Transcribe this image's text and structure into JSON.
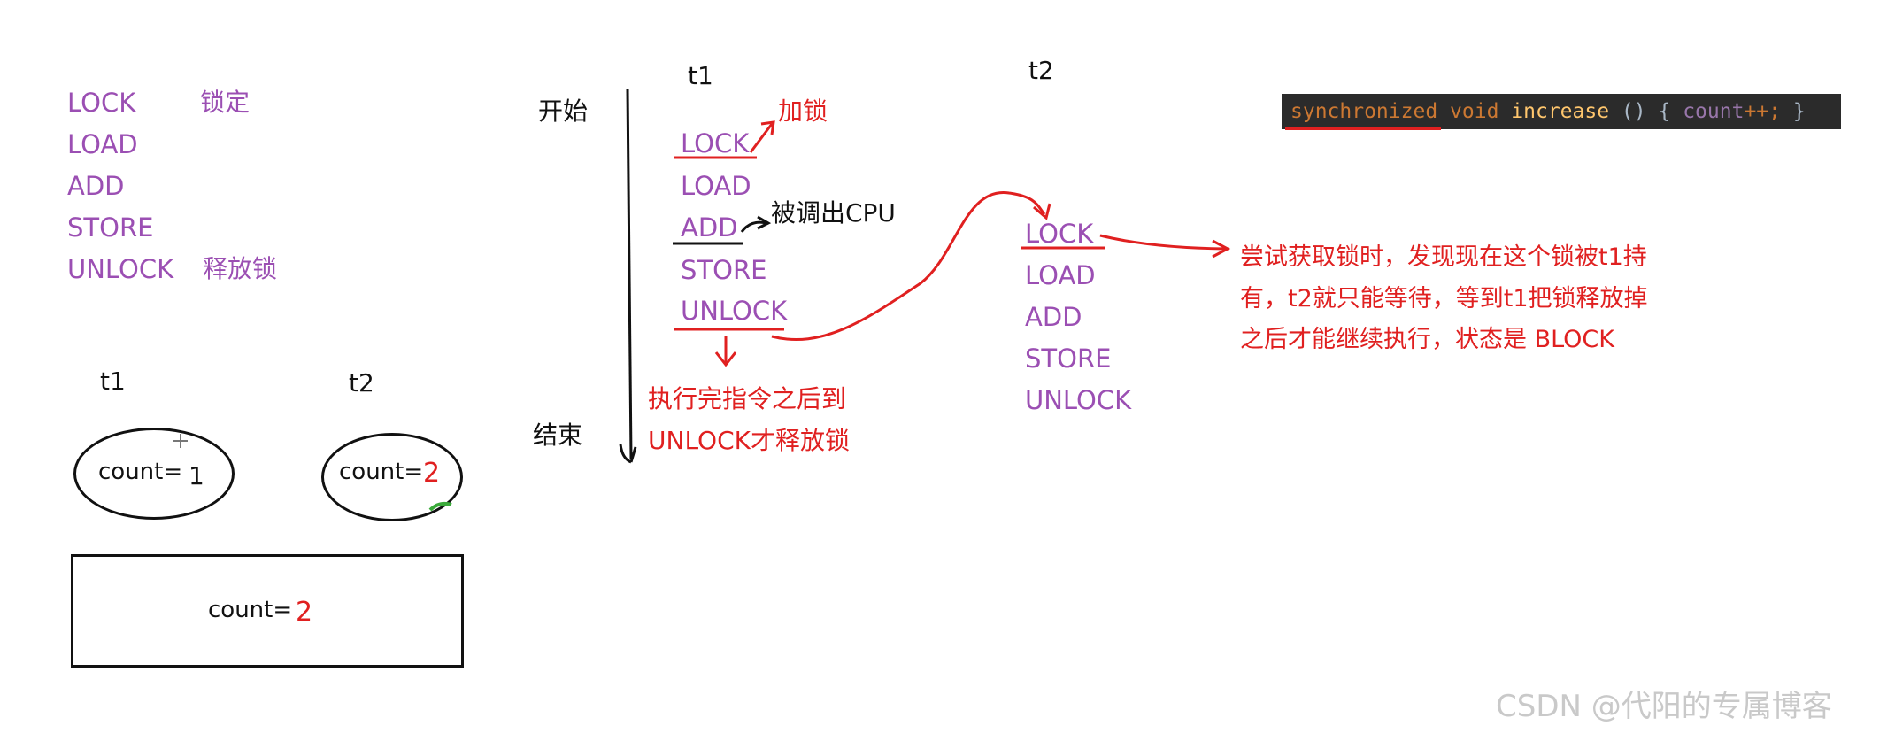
{
  "legend": {
    "items": [
      {
        "op": "LOCK",
        "desc": "锁定"
      },
      {
        "op": "LOAD",
        "desc": ""
      },
      {
        "op": "ADD",
        "desc": ""
      },
      {
        "op": "STORE",
        "desc": ""
      },
      {
        "op": "UNLOCK",
        "desc": "释放锁"
      }
    ]
  },
  "memory": {
    "t1_label": "t1",
    "t2_label": "t2",
    "t1_count_label": "count=",
    "t1_count_value": "1",
    "t2_count_label": "count=",
    "t2_count_value": "2",
    "main_count_label": "count=",
    "main_count_value": "2"
  },
  "timeline": {
    "start_label": "开始",
    "end_label": "结束",
    "t1_label": "t1",
    "t2_label": "t2",
    "t1_ops": [
      "LOCK",
      "LOAD",
      "ADD",
      "STORE",
      "UNLOCK"
    ],
    "t2_ops": [
      "LOCK",
      "LOAD",
      "ADD",
      "STORE",
      "UNLOCK"
    ],
    "annot_lock": "加锁",
    "annot_cpu": "被调出CPU",
    "annot_unlock_line1": "执行完指令之后到",
    "annot_unlock_line2": "UNLOCK才释放锁",
    "annot_block_line1": "尝试获取锁时，发现现在这个锁被t1持",
    "annot_block_line2": "有，t2就只能等待，等到t1把锁释放掉",
    "annot_block_line3": "之后才能继续执行，状态是 BLOCK"
  },
  "code": {
    "kw_sync": "synchronized",
    "kw_void": "void",
    "method": "increase",
    "parens": "()",
    "open": "{",
    "field": "count",
    "op": "++;",
    "close": "}"
  },
  "watermark": "CSDN @代阳的专属博客",
  "colors": {
    "purple": "#9b4fb3",
    "red": "#e02020",
    "black": "#111111",
    "code_bg": "#2b2b2b"
  }
}
